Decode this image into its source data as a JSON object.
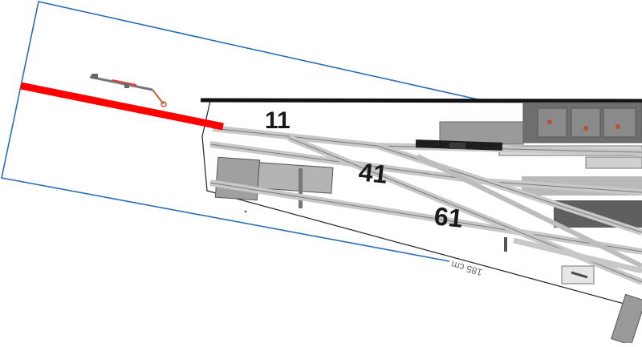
{
  "diagram": {
    "track_labels": [
      "11",
      "41",
      "61"
    ],
    "dimension_label": "185 cm",
    "colors": {
      "outline": "#2a6db3",
      "highlight": "#ff0000",
      "track": "#c8c8c8",
      "track_edge": "#7a7a7a",
      "wall": "#111111",
      "building_dark": "#6e6e6e",
      "building_light": "#a9a9a9"
    }
  }
}
